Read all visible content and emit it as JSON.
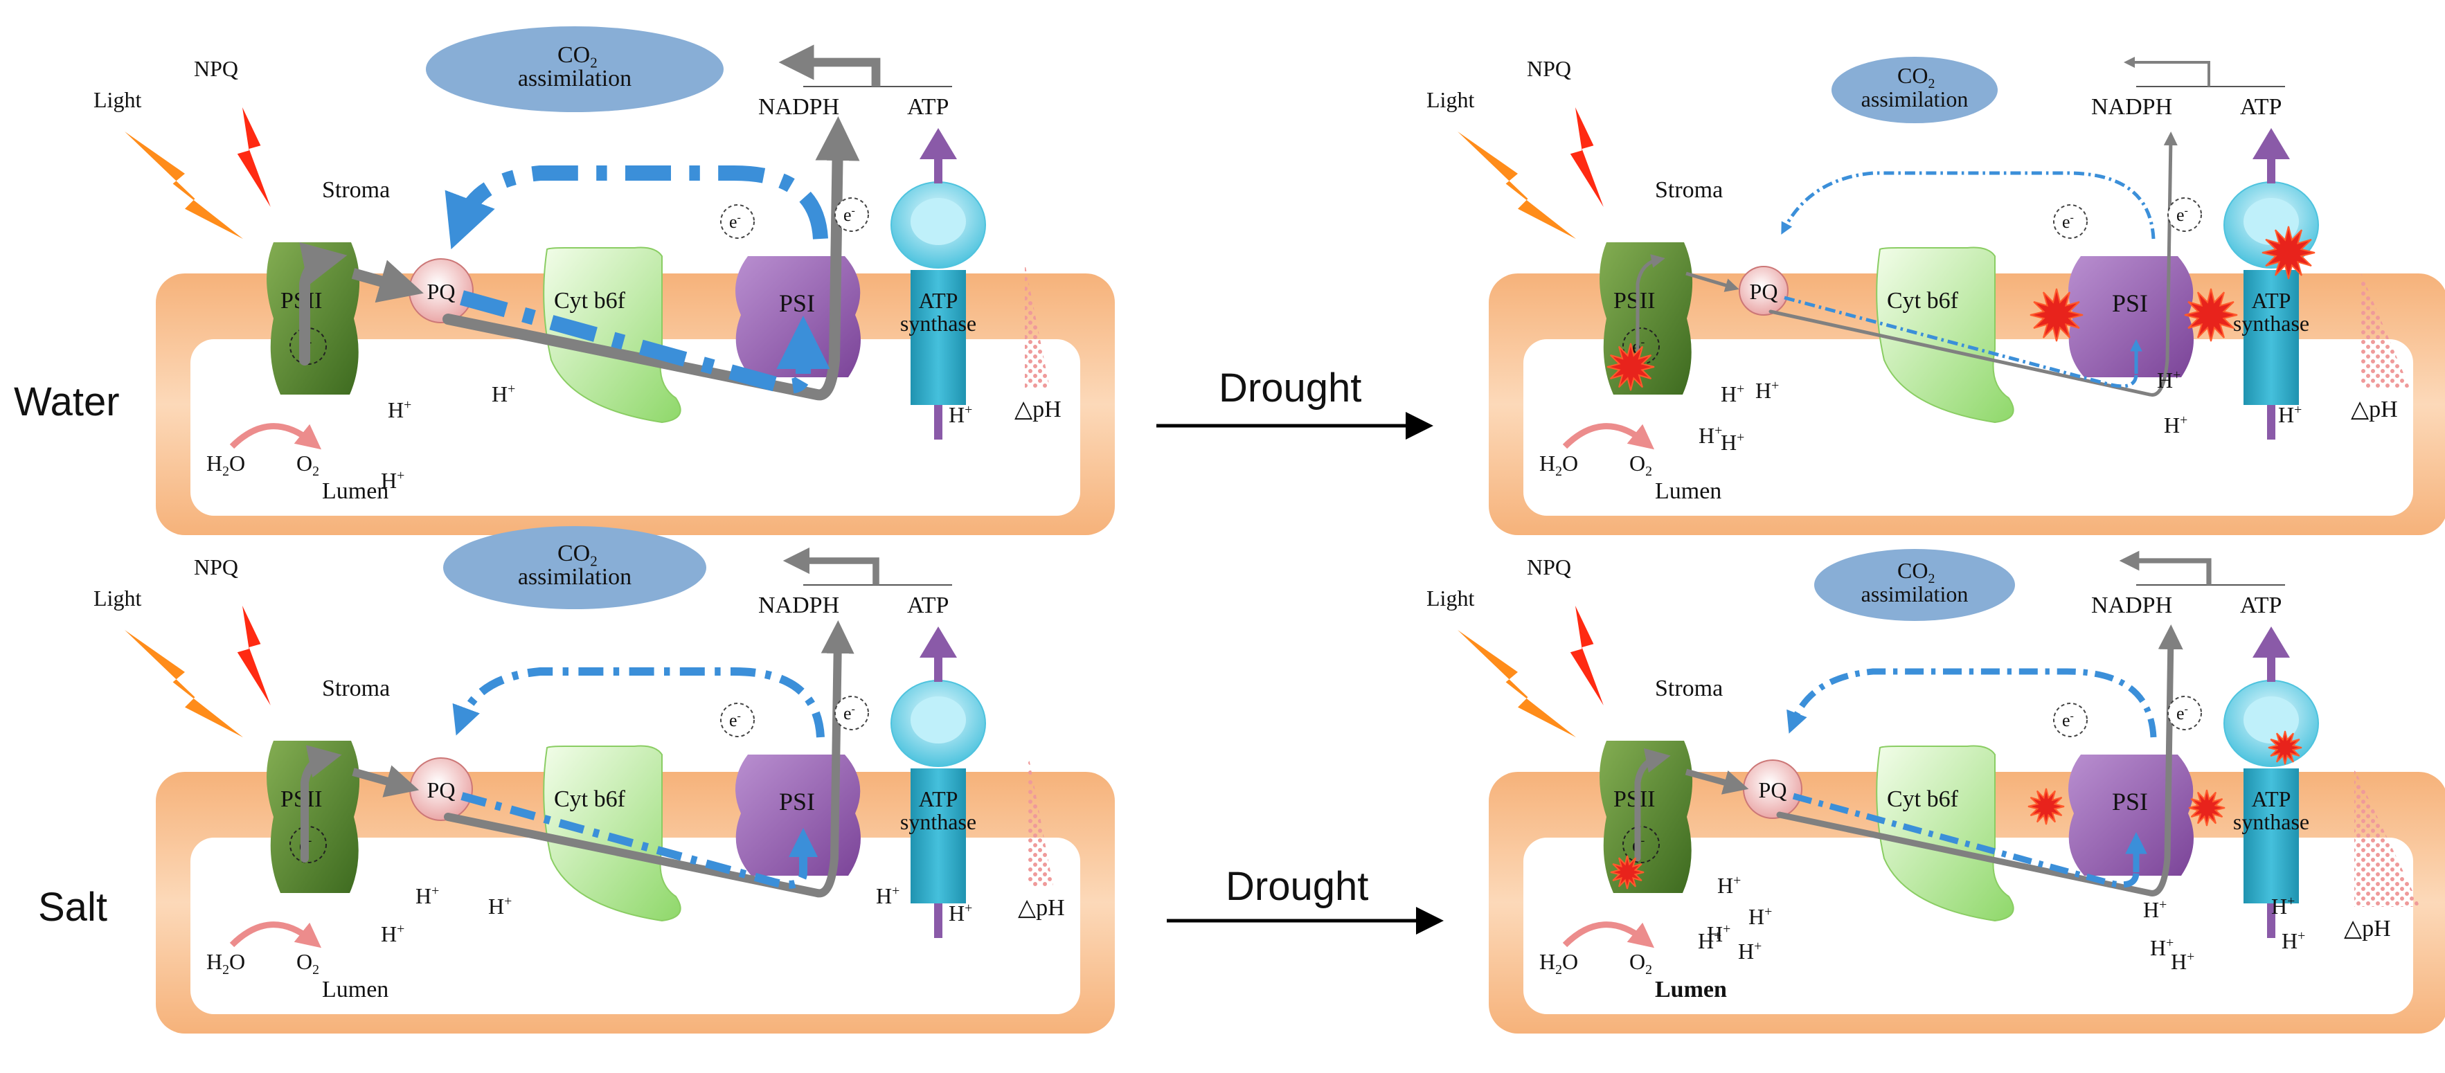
{
  "conditions": {
    "water": "Water",
    "salt": "Salt",
    "drought_arrow_top": "Drought",
    "drought_arrow_bottom": "Drought"
  },
  "labels": {
    "light": "Light",
    "npq": "NPQ",
    "stroma": "Stroma",
    "lumen": "Lumen",
    "psii": "PSII",
    "pq": "PQ",
    "cyt": "Cyt b6f",
    "psi": "PSI",
    "atp_synthase_1": "ATP",
    "atp_synthase_2": "synthase",
    "nadph": "NADPH",
    "atp": "ATP",
    "co2_1": "CO",
    "co2_sub": "2",
    "co2_2": "assimilation",
    "electron": "e",
    "electron_sup": "-",
    "h2o_1": "H",
    "h2o_sub": "2",
    "h2o_2": "O",
    "o2_1": "O",
    "o2_sub": "2",
    "proton": "H",
    "proton_sup": "+",
    "dph": "△pH"
  },
  "colors": {
    "membrane": "#fbd9b8",
    "membrane_edge": "#f6b47f",
    "psii": "#5d8a33",
    "cyt": "#c6ecb0",
    "psi": "#9c63b5",
    "atp_head": "#7dd5e8",
    "atp_stalk": "#2fa8c3",
    "co2": "#88aed6",
    "flow": "#808080",
    "cyclic": "#3b8fd9",
    "damage": "#e8231c",
    "proton_red": "#e88a8a",
    "arrow_purple": "#8a5aa8"
  }
}
